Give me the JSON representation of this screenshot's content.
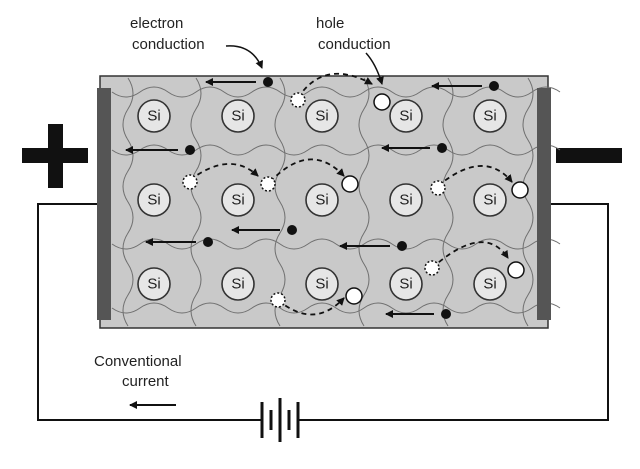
{
  "labels": {
    "electron_line1": "electron",
    "electron_line2": "conduction",
    "hole_line1": "hole",
    "hole_line2": "conduction",
    "conv_line1": "Conventional",
    "conv_line2": "current"
  },
  "atom_label": "Si",
  "terminals": {
    "positive": "+",
    "negative": "−"
  },
  "colors": {
    "crystal_fill": "#c9c9c9",
    "lattice_lines": "#6f6f6f",
    "electrode": "#555555",
    "ink": "#111111"
  }
}
